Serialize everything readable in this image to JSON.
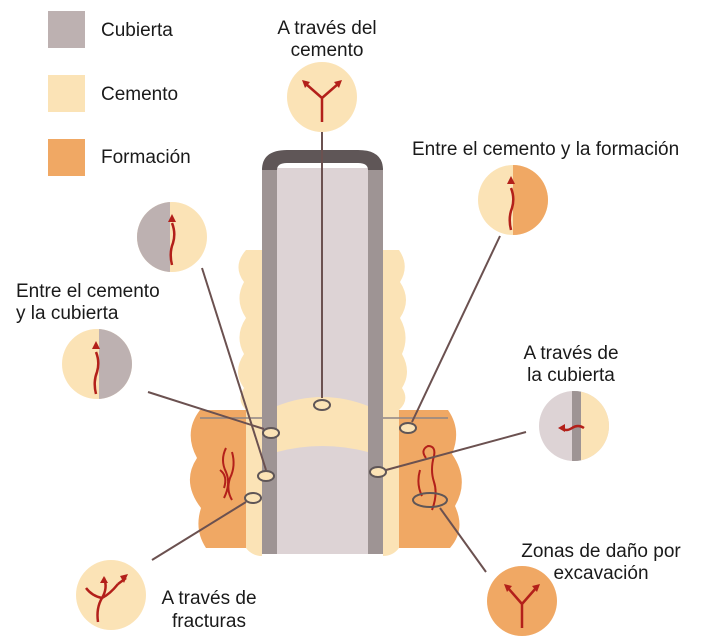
{
  "legend": [
    {
      "label": "Cubierta",
      "color": "#bdb1b1"
    },
    {
      "label": "Cemento",
      "color": "#fbe3b6"
    },
    {
      "label": "Formación",
      "color": "#f0a864"
    }
  ],
  "callouts": {
    "through_cement": [
      "A través del",
      "cemento"
    ],
    "cement_formation": "Entre el cemento y la formación",
    "cement_casing": [
      "Entre el cemento",
      "y la cubierta"
    ],
    "through_casing": [
      "A través de",
      "la cubierta"
    ],
    "through_fractures": [
      "A través de",
      "fracturas"
    ],
    "damage_zones": [
      "Zonas de daño por",
      "excavación"
    ]
  },
  "colors": {
    "casing": "#bdb1b1",
    "casing_dark": "#8e8585",
    "cement": "#fbe3b6",
    "formation": "#f0a864",
    "leak_path": "#b3201a",
    "pointer": "#6b5150"
  }
}
